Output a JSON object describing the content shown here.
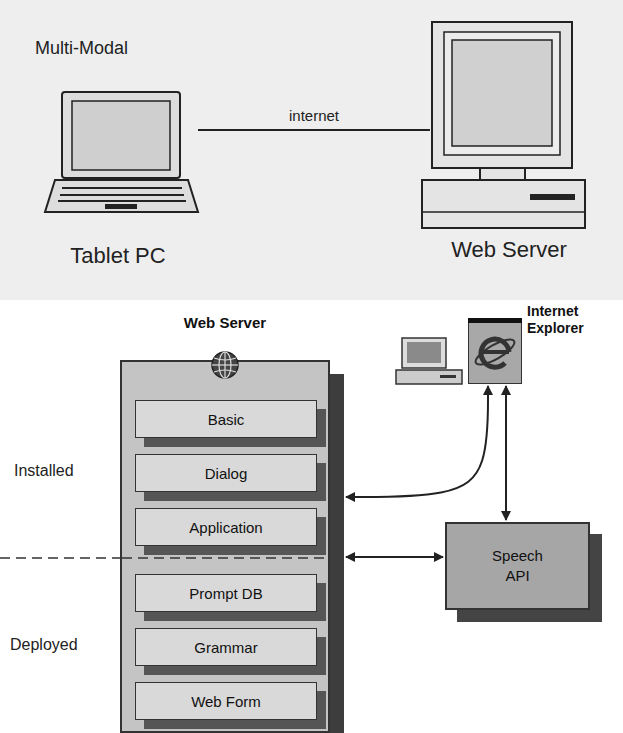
{
  "diagram": {
    "nodes": [
      {
        "text": [
          "Tablet PC"
        ]
      },
      {
        "text": [
          "Web Server"
        ]
      },
      {
        "text": [
          "Web Server"
        ]
      },
      {
        "text": [
          "Basic"
        ],
        "in": 2
      },
      {
        "text": [
          "Dialog"
        ],
        "in": 2
      },
      {
        "text": [
          "Application"
        ],
        "in": 2
      },
      {
        "text": [
          "Prompt DB"
        ],
        "in": 2
      },
      {
        "text": [
          "Grammar"
        ],
        "in": 2
      },
      {
        "text": [
          "Web Form"
        ],
        "in": 2
      },
      {
        "text": [
          "Internet Explorer"
        ]
      },
      {
        "text": [
          "Speech API"
        ]
      }
    ],
    "edges": [
      {
        "from": 0,
        "to": 1,
        "arrow": "none",
        "label": "internet"
      },
      {
        "from": 9,
        "to": 2,
        "arrow": "both"
      },
      {
        "from": 9,
        "to": 10,
        "arrow": "both"
      },
      {
        "from": 10,
        "to": 2,
        "arrow": "both"
      }
    ],
    "labels": [
      "Multi-Modal",
      "Installed",
      "Deployed"
    ]
  }
}
